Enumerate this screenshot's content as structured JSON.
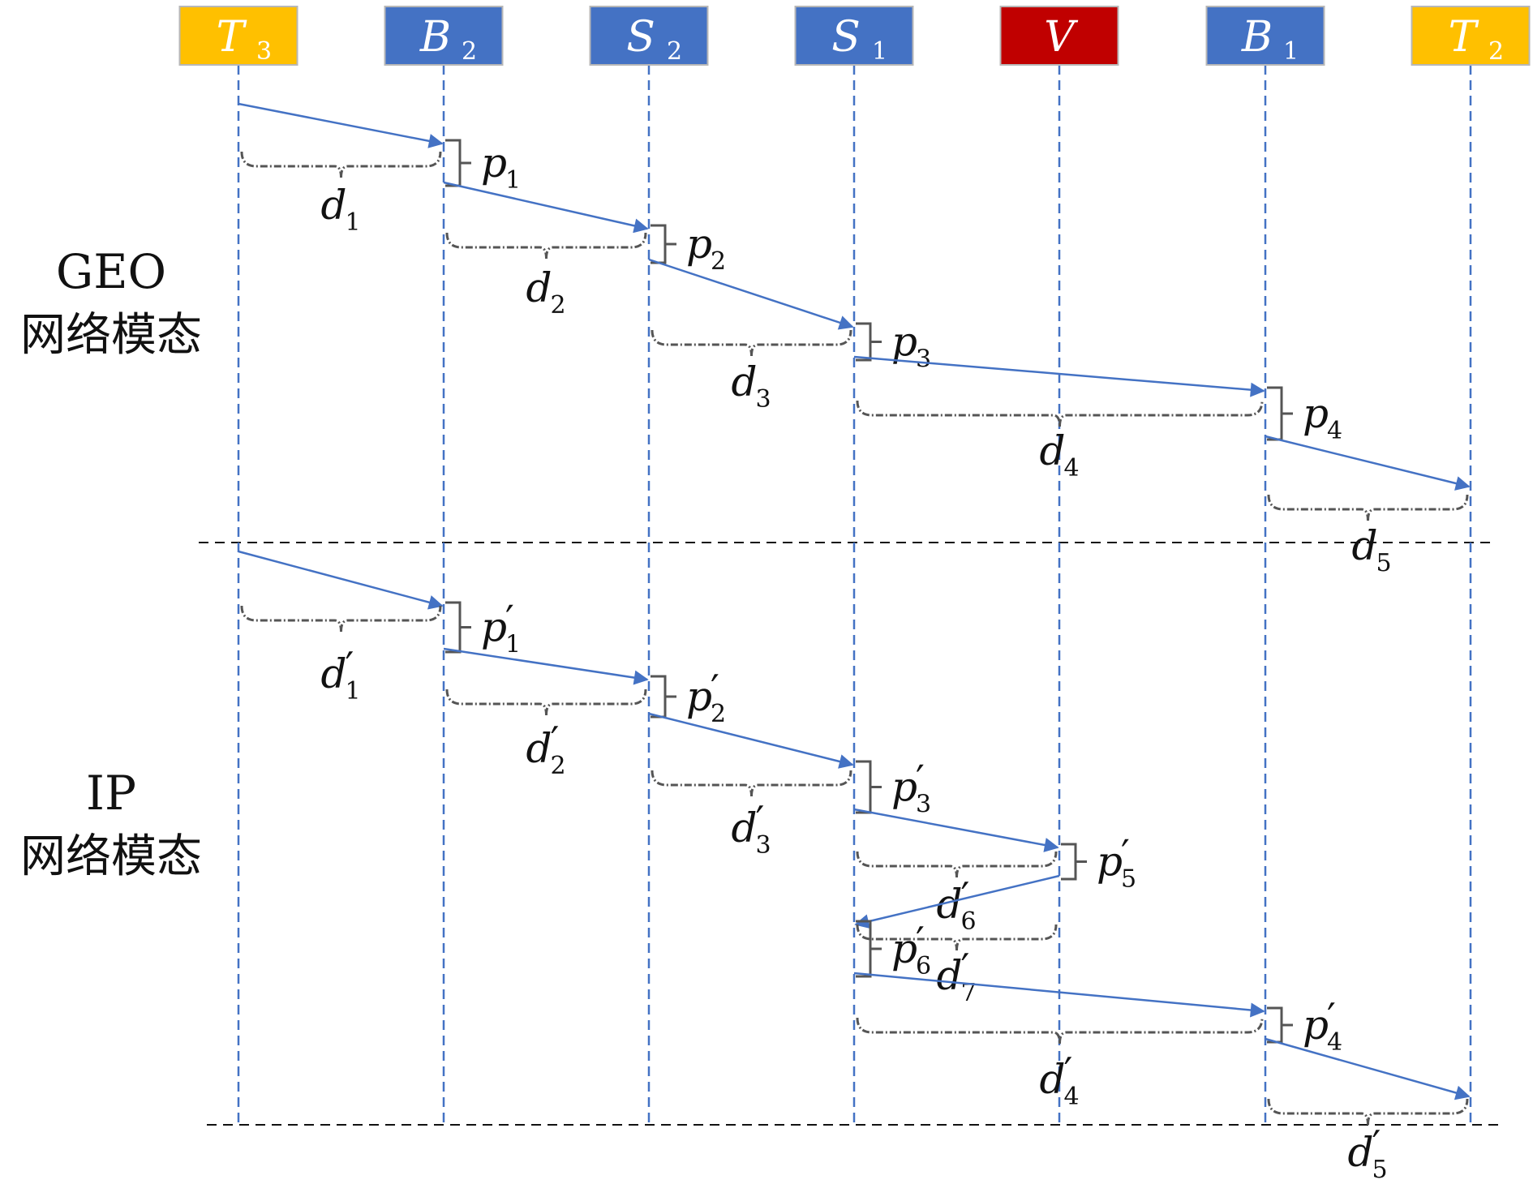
{
  "nodes": [
    {
      "id": "T3",
      "letter": "T",
      "sub": "3",
      "color": "#ffc000"
    },
    {
      "id": "B2",
      "letter": "B",
      "sub": "2",
      "color": "#4472c4"
    },
    {
      "id": "S2",
      "letter": "S",
      "sub": "2",
      "color": "#4472c4"
    },
    {
      "id": "S1",
      "letter": "S",
      "sub": "1",
      "color": "#4472c4"
    },
    {
      "id": "V",
      "letter": "V",
      "sub": "",
      "color": "#c00000"
    },
    {
      "id": "B1",
      "letter": "B",
      "sub": "1",
      "color": "#4472c4"
    },
    {
      "id": "T2",
      "letter": "T",
      "sub": "2",
      "color": "#ffc000"
    }
  ],
  "sections": [
    {
      "id": "geo",
      "title_en": "GEO",
      "title_cn": "网络模态"
    },
    {
      "id": "ip",
      "title_en": "IP",
      "title_cn": "网络模态"
    }
  ],
  "geo": {
    "messages": [
      {
        "from": "T3",
        "to": "B2",
        "delay": {
          "letter": "d",
          "sub": "1",
          "prime": false
        },
        "proc": {
          "letter": "p",
          "sub": "1",
          "prime": false
        }
      },
      {
        "from": "B2",
        "to": "S2",
        "delay": {
          "letter": "d",
          "sub": "2",
          "prime": false
        },
        "proc": {
          "letter": "p",
          "sub": "2",
          "prime": false
        }
      },
      {
        "from": "S2",
        "to": "S1",
        "delay": {
          "letter": "d",
          "sub": "3",
          "prime": false
        },
        "proc": {
          "letter": "p",
          "sub": "3",
          "prime": false
        }
      },
      {
        "from": "S1",
        "to": "B1",
        "delay": {
          "letter": "d",
          "sub": "4",
          "prime": false
        },
        "proc": {
          "letter": "p",
          "sub": "4",
          "prime": false
        }
      },
      {
        "from": "B1",
        "to": "T2",
        "delay": {
          "letter": "d",
          "sub": "5",
          "prime": false
        },
        "proc": null
      }
    ]
  },
  "ip": {
    "messages": [
      {
        "from": "T3",
        "to": "B2",
        "delay": {
          "letter": "d",
          "sub": "1",
          "prime": true
        },
        "proc": {
          "letter": "p",
          "sub": "1",
          "prime": true
        }
      },
      {
        "from": "B2",
        "to": "S2",
        "delay": {
          "letter": "d",
          "sub": "2",
          "prime": true
        },
        "proc": {
          "letter": "p",
          "sub": "2",
          "prime": true
        }
      },
      {
        "from": "S2",
        "to": "S1",
        "delay": {
          "letter": "d",
          "sub": "3",
          "prime": true
        },
        "proc": {
          "letter": "p",
          "sub": "3",
          "prime": true
        }
      },
      {
        "from": "S1",
        "to": "V",
        "delay": {
          "letter": "d",
          "sub": "6",
          "prime": true
        },
        "proc": {
          "letter": "p",
          "sub": "5",
          "prime": true
        }
      },
      {
        "from": "V",
        "to": "S1",
        "delay": {
          "letter": "d",
          "sub": "7",
          "prime": true
        },
        "proc": {
          "letter": "p",
          "sub": "6",
          "prime": true
        }
      },
      {
        "from": "S1",
        "to": "B1",
        "delay": {
          "letter": "d",
          "sub": "4",
          "prime": true
        },
        "proc": {
          "letter": "p",
          "sub": "4",
          "prime": true
        }
      },
      {
        "from": "B1",
        "to": "T2",
        "delay": {
          "letter": "d",
          "sub": "5",
          "prime": true
        },
        "proc": null
      }
    ]
  },
  "colors": {
    "arrow": "#4472c4",
    "brace": "#555555",
    "lifeline": "#4472c4",
    "divider": "#111111"
  }
}
